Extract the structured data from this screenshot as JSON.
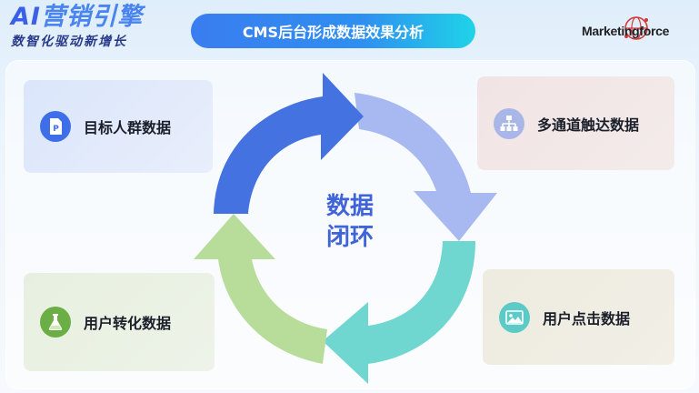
{
  "brand": {
    "title_ai": "AI",
    "title_rest": "营销引擎",
    "subtitle": "数智化驱动新增长"
  },
  "header": {
    "title": "CMS后台形成数据效果分析"
  },
  "logo": {
    "text": "Marketingforce"
  },
  "cards": {
    "target": {
      "label": "目标人群数据",
      "icon": "document-p-icon"
    },
    "multichannel": {
      "label": "多通道触达数据",
      "icon": "org-chart-icon"
    },
    "conversion": {
      "label": "用户转化数据",
      "icon": "flask-icon"
    },
    "click": {
      "label": "用户点击数据",
      "icon": "image-icon"
    }
  },
  "center": {
    "line1": "数据",
    "line2": "闭环"
  },
  "colors": {
    "arrow_blue": "#4472e0",
    "arrow_lavender": "#a8b8f0",
    "arrow_teal": "#6fd6d0",
    "arrow_green": "#b8dd9a",
    "accent": "#3f63d8"
  }
}
